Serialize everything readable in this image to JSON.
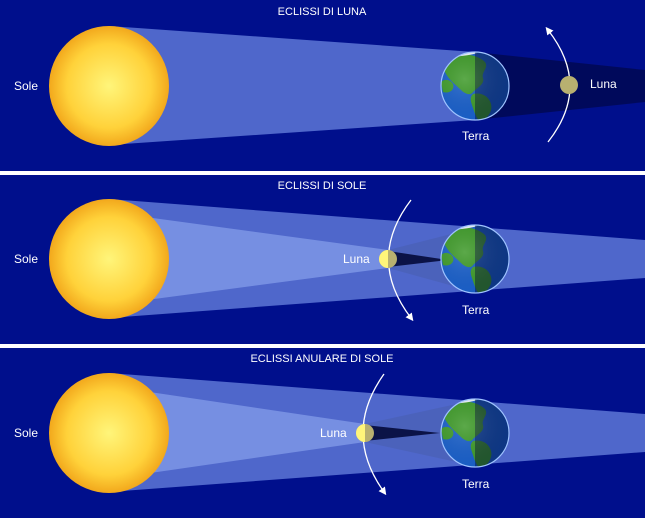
{
  "colors": {
    "background": "#000f8c",
    "separator": "#ffffff",
    "sun_core": "#fff57a",
    "sun_edge": "#f2a81c",
    "light_beam": "#8fb0ff",
    "umbra": "#000633",
    "moon": "#b8b070",
    "ocean": "#1a5fc8",
    "land": "#3f9a2a"
  },
  "panels": [
    {
      "title": "ECLISSI DI LUNA",
      "sun_label": "Sole",
      "earth_label": "Terra",
      "moon_label": "Luna"
    },
    {
      "title": "ECLISSI DI SOLE",
      "sun_label": "Sole",
      "earth_label": "Terra",
      "moon_label": "Luna"
    },
    {
      "title": "ECLISSI ANULARE DI SOLE",
      "sun_label": "Sole",
      "earth_label": "Terra",
      "moon_label": "Luna"
    }
  ]
}
